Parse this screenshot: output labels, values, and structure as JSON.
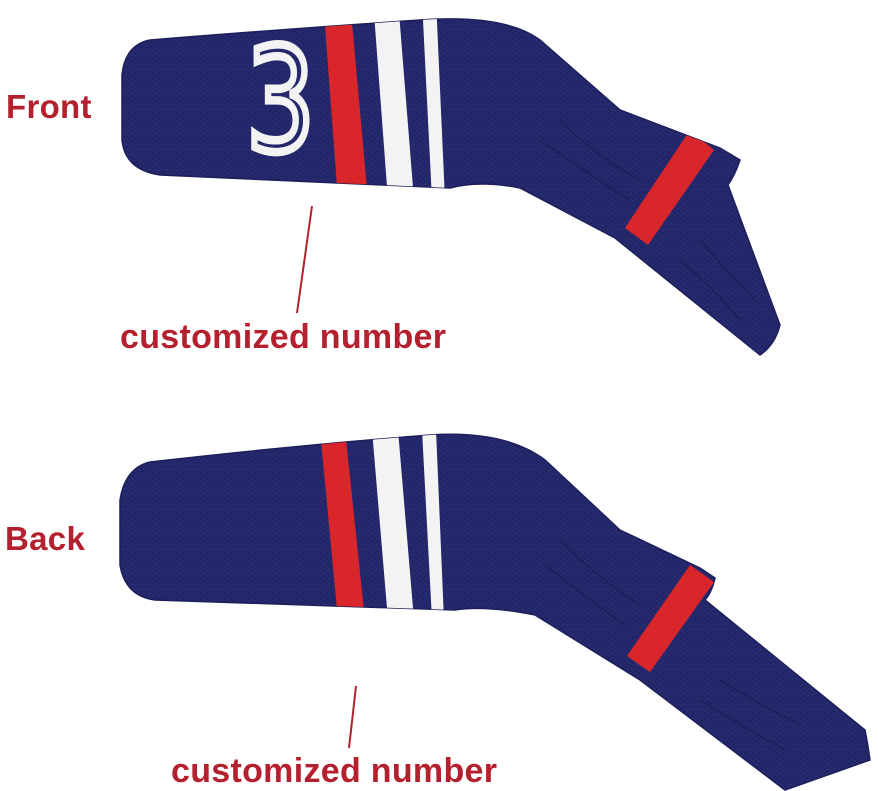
{
  "image": {
    "description": "Product photo of a knitted navy golf iron head cover, shown front and back, with red and white stripes",
    "colors": {
      "navy": "#262a6e",
      "navy_dark": "#1c1f5a",
      "red": "#d9262b",
      "white": "#f3f3f3",
      "label_red": "#b5202e"
    }
  },
  "front": {
    "side_label": "Front",
    "number": "3",
    "callout": "customized number"
  },
  "back": {
    "side_label": "Back",
    "callout": "customized number"
  }
}
